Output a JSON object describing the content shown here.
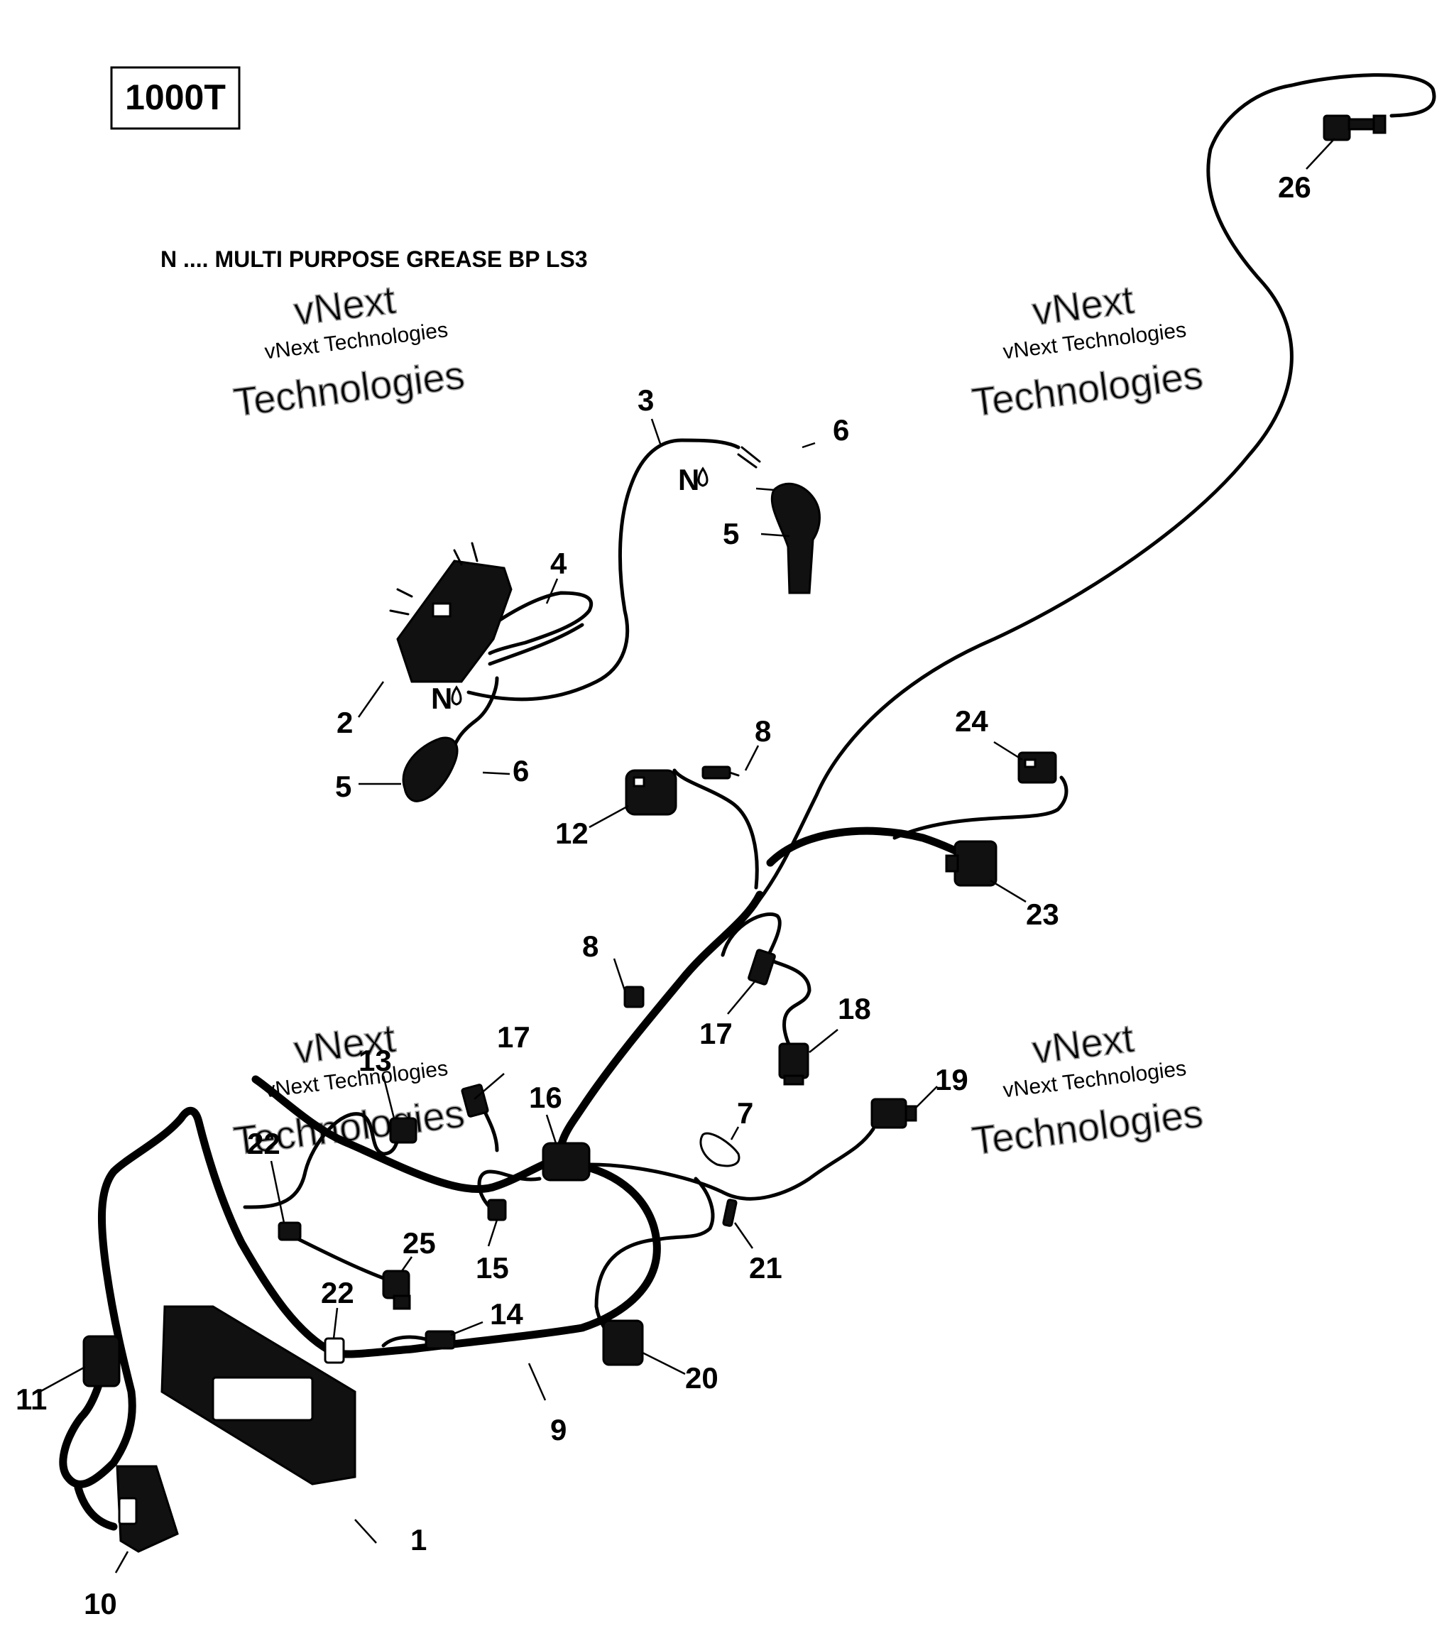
{
  "model_box": {
    "label": "1000T"
  },
  "legend": {
    "text": "N .... MULTI PURPOSE GREASE BP LS3"
  },
  "grease_marks": [
    {
      "letter": "N"
    },
    {
      "letter": "N"
    }
  ],
  "watermark": {
    "line1": "vNext",
    "line2": "vNext Technologies",
    "line3": "Technologies"
  },
  "callouts": [
    "1",
    "2",
    "3",
    "4",
    "5",
    "5",
    "6",
    "6",
    "7",
    "8",
    "8",
    "9",
    "10",
    "11",
    "12",
    "13",
    "14",
    "15",
    "16",
    "17",
    "17",
    "18",
    "19",
    "20",
    "21",
    "22",
    "22",
    "23",
    "24",
    "25",
    "26"
  ]
}
